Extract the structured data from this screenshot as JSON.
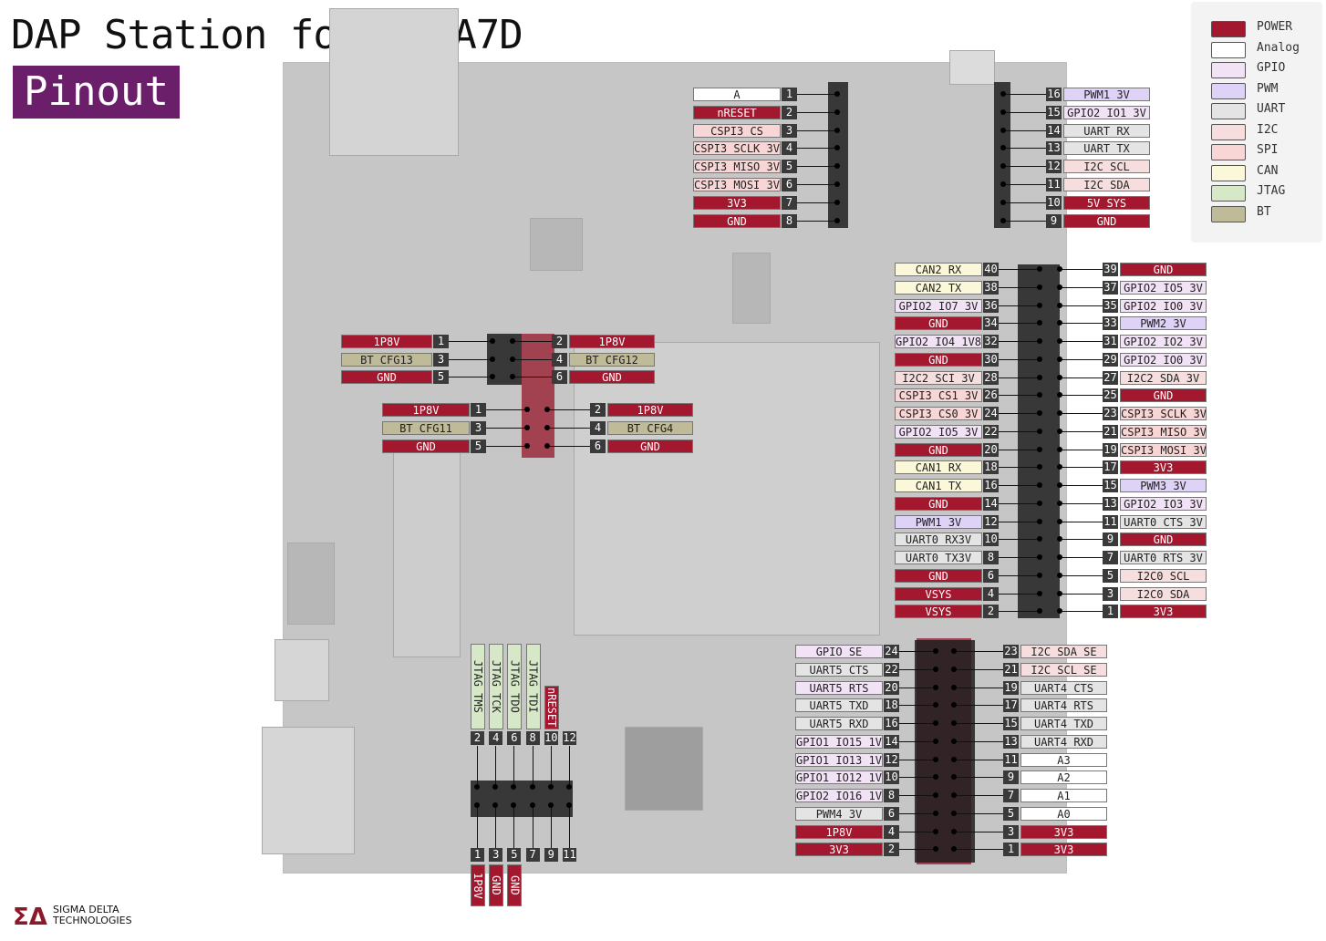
{
  "title": "DAP Station for SDTA7D",
  "subtitle": "Pinout",
  "logo": {
    "line1": "SIGMA DELTA",
    "line2": "TECHNOLOGIES",
    "mark": "ΣΔ"
  },
  "colors": {
    "POWER": "#a3182f",
    "Analog": "#ffffff",
    "GPIO": "#f2e2f6",
    "PWM": "#ded3f7",
    "UART": "#e4e4e4",
    "I2C": "#f6dede",
    "SPI": "#f8d6d6",
    "CAN": "#fbf8da",
    "JTAG": "#d7e8c8",
    "BT": "#bfbb98"
  },
  "legend": [
    {
      "label": "POWER",
      "type": "POWER"
    },
    {
      "label": "Analog",
      "type": "Analog"
    },
    {
      "label": "GPIO",
      "type": "GPIO"
    },
    {
      "label": "PWM",
      "type": "PWM"
    },
    {
      "label": "UART",
      "type": "UART"
    },
    {
      "label": "I2C",
      "type": "I2C"
    },
    {
      "label": "SPI",
      "type": "SPI"
    },
    {
      "label": "CAN",
      "type": "CAN"
    },
    {
      "label": "JTAG",
      "type": "JTAG"
    },
    {
      "label": "BT",
      "type": "BT"
    }
  ],
  "headers": [
    {
      "id": "j-top-left",
      "pins": [
        {
          "num": "1",
          "label": "A",
          "type": "Analog"
        },
        {
          "num": "2",
          "label": "nRESET",
          "type": "POWER"
        },
        {
          "num": "3",
          "label": "CSPI3_CS",
          "type": "SPI"
        },
        {
          "num": "4",
          "label": "CSPI3_SCLK_3V",
          "type": "SPI"
        },
        {
          "num": "5",
          "label": "CSPI3_MISO_3V",
          "type": "SPI"
        },
        {
          "num": "6",
          "label": "CSPI3_MOSI_3V",
          "type": "SPI"
        },
        {
          "num": "7",
          "label": "3V3",
          "type": "POWER"
        },
        {
          "num": "8",
          "label": "GND",
          "type": "POWER"
        }
      ]
    },
    {
      "id": "j-top-right",
      "pins": [
        {
          "num": "16",
          "label": "PWM1_3V",
          "type": "PWM"
        },
        {
          "num": "15",
          "label": "GPIO2_IO1_3V",
          "type": "GPIO"
        },
        {
          "num": "14",
          "label": "UART_RX",
          "type": "UART"
        },
        {
          "num": "13",
          "label": "UART_TX",
          "type": "UART"
        },
        {
          "num": "12",
          "label": "I2C_SCL",
          "type": "I2C"
        },
        {
          "num": "11",
          "label": "I2C_SDA",
          "type": "I2C"
        },
        {
          "num": "10",
          "label": "5V_SYS",
          "type": "POWER"
        },
        {
          "num": "9",
          "label": "GND",
          "type": "POWER"
        }
      ]
    },
    {
      "id": "j-main-left",
      "pins": [
        {
          "num": "40",
          "label": "CAN2_RX",
          "type": "CAN"
        },
        {
          "num": "38",
          "label": "CAN2_TX",
          "type": "CAN"
        },
        {
          "num": "36",
          "label": "GPIO2_IO7_3V",
          "type": "GPIO"
        },
        {
          "num": "34",
          "label": "GND",
          "type": "POWER"
        },
        {
          "num": "32",
          "label": "GPIO2_IO4_1V8",
          "type": "GPIO"
        },
        {
          "num": "30",
          "label": "GND",
          "type": "POWER"
        },
        {
          "num": "28",
          "label": "I2C2_SCI_3V",
          "type": "I2C"
        },
        {
          "num": "26",
          "label": "CSPI3_CS1_3V",
          "type": "SPI"
        },
        {
          "num": "24",
          "label": "CSPI3_CS0_3V",
          "type": "SPI"
        },
        {
          "num": "22",
          "label": "GPIO2_IO5_3V",
          "type": "GPIO"
        },
        {
          "num": "20",
          "label": "GND",
          "type": "POWER"
        },
        {
          "num": "18",
          "label": "CAN1_RX",
          "type": "CAN"
        },
        {
          "num": "16",
          "label": "CAN1_TX",
          "type": "CAN"
        },
        {
          "num": "14",
          "label": "GND",
          "type": "POWER"
        },
        {
          "num": "12",
          "label": "PWM1_3V",
          "type": "PWM"
        },
        {
          "num": "10",
          "label": "UART0_RX3V",
          "type": "UART"
        },
        {
          "num": "8",
          "label": "UART0_TX3V",
          "type": "UART"
        },
        {
          "num": "6",
          "label": "GND",
          "type": "POWER"
        },
        {
          "num": "4",
          "label": "VSYS",
          "type": "POWER"
        },
        {
          "num": "2",
          "label": "VSYS",
          "type": "POWER"
        }
      ]
    },
    {
      "id": "j-main-right",
      "pins": [
        {
          "num": "39",
          "label": "GND",
          "type": "POWER"
        },
        {
          "num": "37",
          "label": "GPIO2_IO5_3V",
          "type": "GPIO"
        },
        {
          "num": "35",
          "label": "GPIO2_IO0_3V",
          "type": "GPIO"
        },
        {
          "num": "33",
          "label": "PWM2_3V",
          "type": "PWM"
        },
        {
          "num": "31",
          "label": "GPIO2_IO2_3V",
          "type": "GPIO"
        },
        {
          "num": "29",
          "label": "GPIO2_IO0_3V",
          "type": "GPIO"
        },
        {
          "num": "27",
          "label": "I2C2_SDA_3V",
          "type": "I2C"
        },
        {
          "num": "25",
          "label": "GND",
          "type": "POWER"
        },
        {
          "num": "23",
          "label": "CSPI3_SCLK_3V",
          "type": "SPI"
        },
        {
          "num": "21",
          "label": "CSPI3_MISO_3V",
          "type": "SPI"
        },
        {
          "num": "19",
          "label": "CSPI3_MOSI_3V",
          "type": "SPI"
        },
        {
          "num": "17",
          "label": "3V3",
          "type": "POWER"
        },
        {
          "num": "15",
          "label": "PWM3_3V",
          "type": "PWM"
        },
        {
          "num": "13",
          "label": "GPIO2_IO3_3V",
          "type": "GPIO"
        },
        {
          "num": "11",
          "label": "UART0_CTS_3V",
          "type": "UART"
        },
        {
          "num": "9",
          "label": "GND",
          "type": "POWER"
        },
        {
          "num": "7",
          "label": "UART0_RTS_3V",
          "type": "UART"
        },
        {
          "num": "5",
          "label": "I2C0_SCL",
          "type": "I2C"
        },
        {
          "num": "3",
          "label": "I2C0_SDA",
          "type": "I2C"
        },
        {
          "num": "1",
          "label": "3V3",
          "type": "POWER"
        }
      ]
    },
    {
      "id": "j-bt1-left",
      "pins": [
        {
          "num": "1",
          "label": "1P8V",
          "type": "POWER"
        },
        {
          "num": "3",
          "label": "BT_CFG13",
          "type": "BT"
        },
        {
          "num": "5",
          "label": "GND",
          "type": "POWER"
        }
      ]
    },
    {
      "id": "j-bt1-right",
      "pins": [
        {
          "num": "2",
          "label": "1P8V",
          "type": "POWER"
        },
        {
          "num": "4",
          "label": "BT_CFG12",
          "type": "BT"
        },
        {
          "num": "6",
          "label": "GND",
          "type": "POWER"
        }
      ]
    },
    {
      "id": "j-bt2-left",
      "pins": [
        {
          "num": "1",
          "label": "1P8V",
          "type": "POWER"
        },
        {
          "num": "3",
          "label": "BT_CFG11",
          "type": "BT"
        },
        {
          "num": "5",
          "label": "GND",
          "type": "POWER"
        }
      ]
    },
    {
      "id": "j-bt2-right",
      "pins": [
        {
          "num": "2",
          "label": "1P8V",
          "type": "POWER"
        },
        {
          "num": "4",
          "label": "BT_CFG4",
          "type": "BT"
        },
        {
          "num": "6",
          "label": "GND",
          "type": "POWER"
        }
      ]
    },
    {
      "id": "j-bottom-left",
      "pins": [
        {
          "num": "24",
          "label": "GPIO_SE",
          "type": "GPIO"
        },
        {
          "num": "22",
          "label": "UART5_CTS",
          "type": "UART"
        },
        {
          "num": "20",
          "label": "UART5_RTS",
          "type": "GPIO"
        },
        {
          "num": "18",
          "label": "UART5_TXD",
          "type": "UART"
        },
        {
          "num": "16",
          "label": "UART5_RXD",
          "type": "UART"
        },
        {
          "num": "14",
          "label": "GPIO1_IO15_1V8",
          "type": "GPIO"
        },
        {
          "num": "12",
          "label": "GPIO1_IO13_1V8",
          "type": "GPIO"
        },
        {
          "num": "10",
          "label": "GPIO1_IO12_1V8",
          "type": "GPIO"
        },
        {
          "num": "8",
          "label": "GPIO2_IO16_1V8",
          "type": "GPIO"
        },
        {
          "num": "6",
          "label": "PWM4_3V",
          "type": "UART"
        },
        {
          "num": "4",
          "label": "1P8V",
          "type": "POWER"
        },
        {
          "num": "2",
          "label": "3V3",
          "type": "POWER"
        }
      ]
    },
    {
      "id": "j-bottom-right",
      "pins": [
        {
          "num": "23",
          "label": "I2C_SDA_SE",
          "type": "I2C"
        },
        {
          "num": "21",
          "label": "I2C_SCL_SE",
          "type": "I2C"
        },
        {
          "num": "19",
          "label": "UART4_CTS",
          "type": "UART"
        },
        {
          "num": "17",
          "label": "UART4_RTS",
          "type": "UART"
        },
        {
          "num": "15",
          "label": "UART4_TXD",
          "type": "UART"
        },
        {
          "num": "13",
          "label": "UART4_RXD",
          "type": "UART"
        },
        {
          "num": "11",
          "label": "A3",
          "type": "Analog"
        },
        {
          "num": "9",
          "label": "A2",
          "type": "Analog"
        },
        {
          "num": "7",
          "label": "A1",
          "type": "Analog"
        },
        {
          "num": "5",
          "label": "A0",
          "type": "Analog"
        },
        {
          "num": "3",
          "label": "3V3",
          "type": "POWER"
        },
        {
          "num": "1",
          "label": "3V3",
          "type": "POWER"
        }
      ]
    }
  ],
  "jtag": {
    "top": [
      {
        "num": "2",
        "label": "JTAG TMS",
        "type": "JTAG"
      },
      {
        "num": "4",
        "label": "JTAG TCK",
        "type": "JTAG"
      },
      {
        "num": "6",
        "label": "JTAG TDO",
        "type": "JTAG"
      },
      {
        "num": "8",
        "label": "JTAG TDI",
        "type": "JTAG"
      },
      {
        "num": "10",
        "label": "nRESET",
        "type": "POWER"
      },
      {
        "num": "12",
        "label": "",
        "type": "none"
      }
    ],
    "bottom": [
      {
        "num": "1",
        "label": "1P8V",
        "type": "POWER"
      },
      {
        "num": "3",
        "label": "GND",
        "type": "POWER"
      },
      {
        "num": "5",
        "label": "GND",
        "type": "POWER"
      },
      {
        "num": "7",
        "label": "",
        "type": "none"
      },
      {
        "num": "9",
        "label": "",
        "type": "none"
      },
      {
        "num": "11",
        "label": "",
        "type": "none"
      }
    ]
  }
}
